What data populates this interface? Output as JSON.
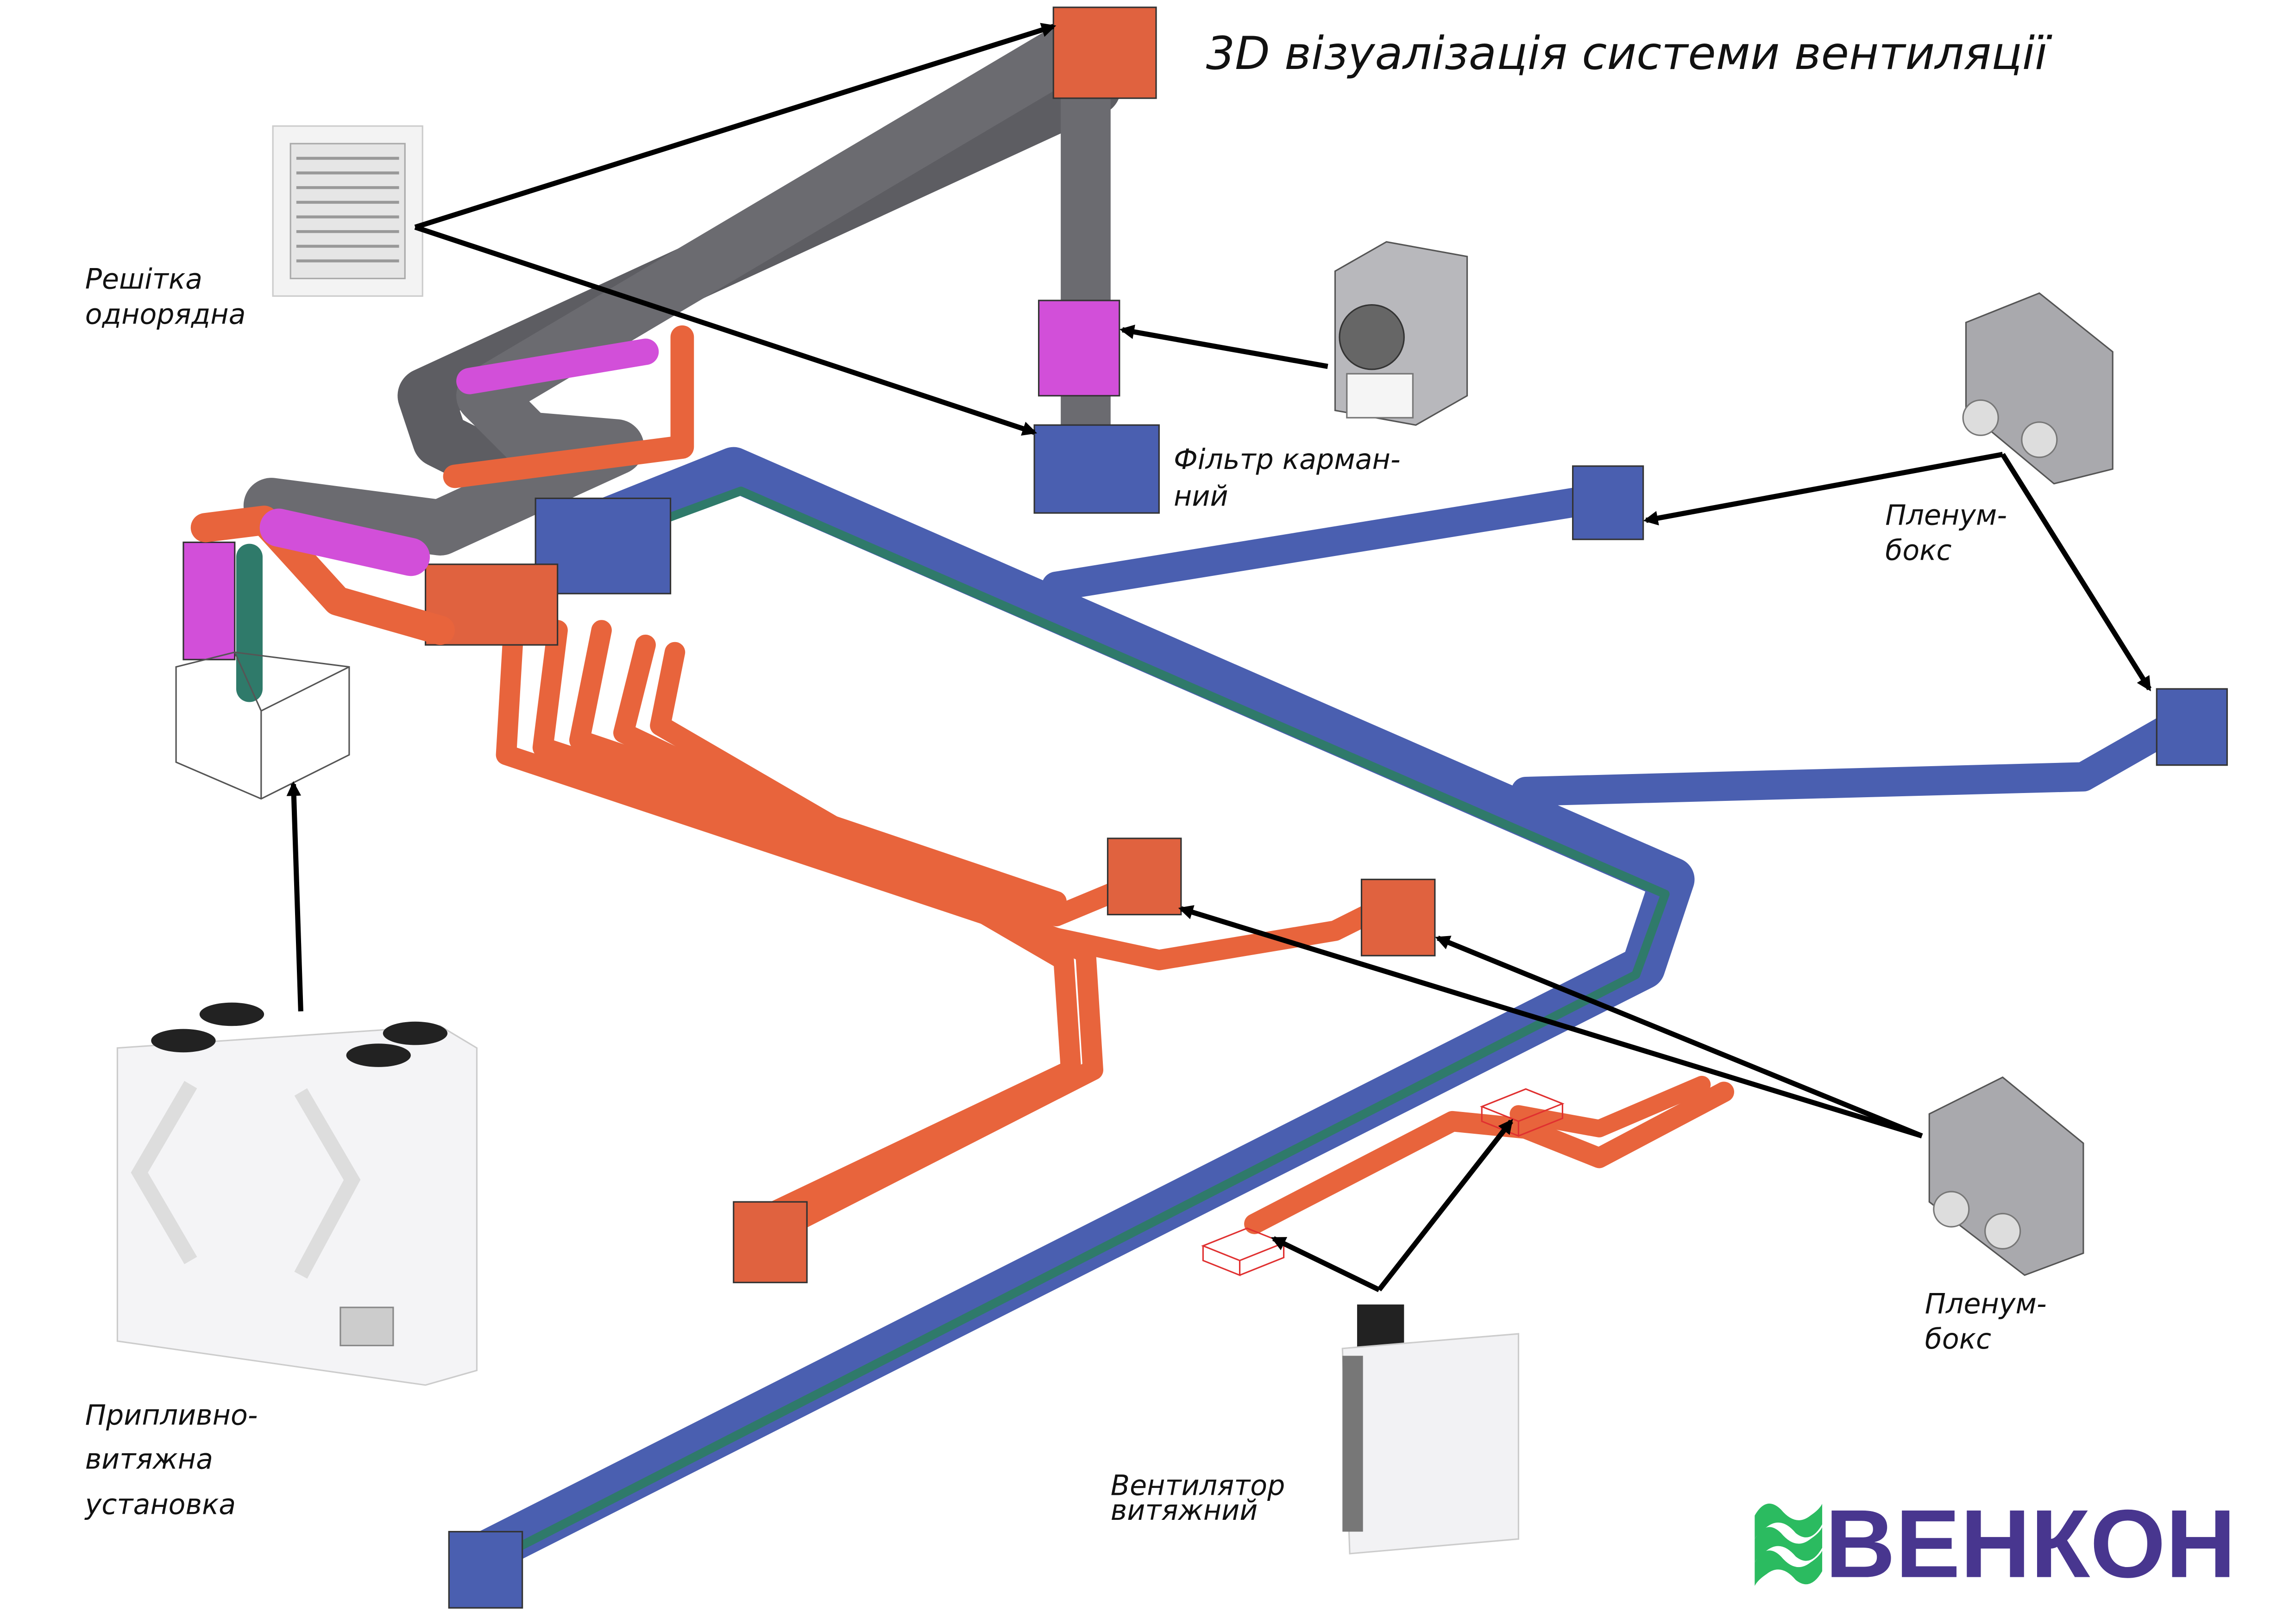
{
  "title": "3D візуалізація системи вентиляції",
  "labels": {
    "grille": [
      "Решітка",
      "однорядна"
    ],
    "filter": [
      "Фільтр карман-",
      "ний"
    ],
    "plenum_top": [
      "Пленум-",
      "бокс"
    ],
    "plenum_bottom": [
      "Пленум-",
      "бокс"
    ],
    "ahu": [
      "Припливно-",
      "витяжна",
      "установка"
    ],
    "fan": [
      "Вентилятор",
      "витяжний"
    ]
  },
  "logo": {
    "text": "ВЕНКОН",
    "text_color": "#48368f",
    "wave_color": "#2bbb60"
  },
  "colors": {
    "supply": "#e8643c",
    "exhaust": "#4a5fb0",
    "outdoor": "#6b6b70",
    "filter": "#d24fd9",
    "extract_inner": "#2f7a6a"
  }
}
